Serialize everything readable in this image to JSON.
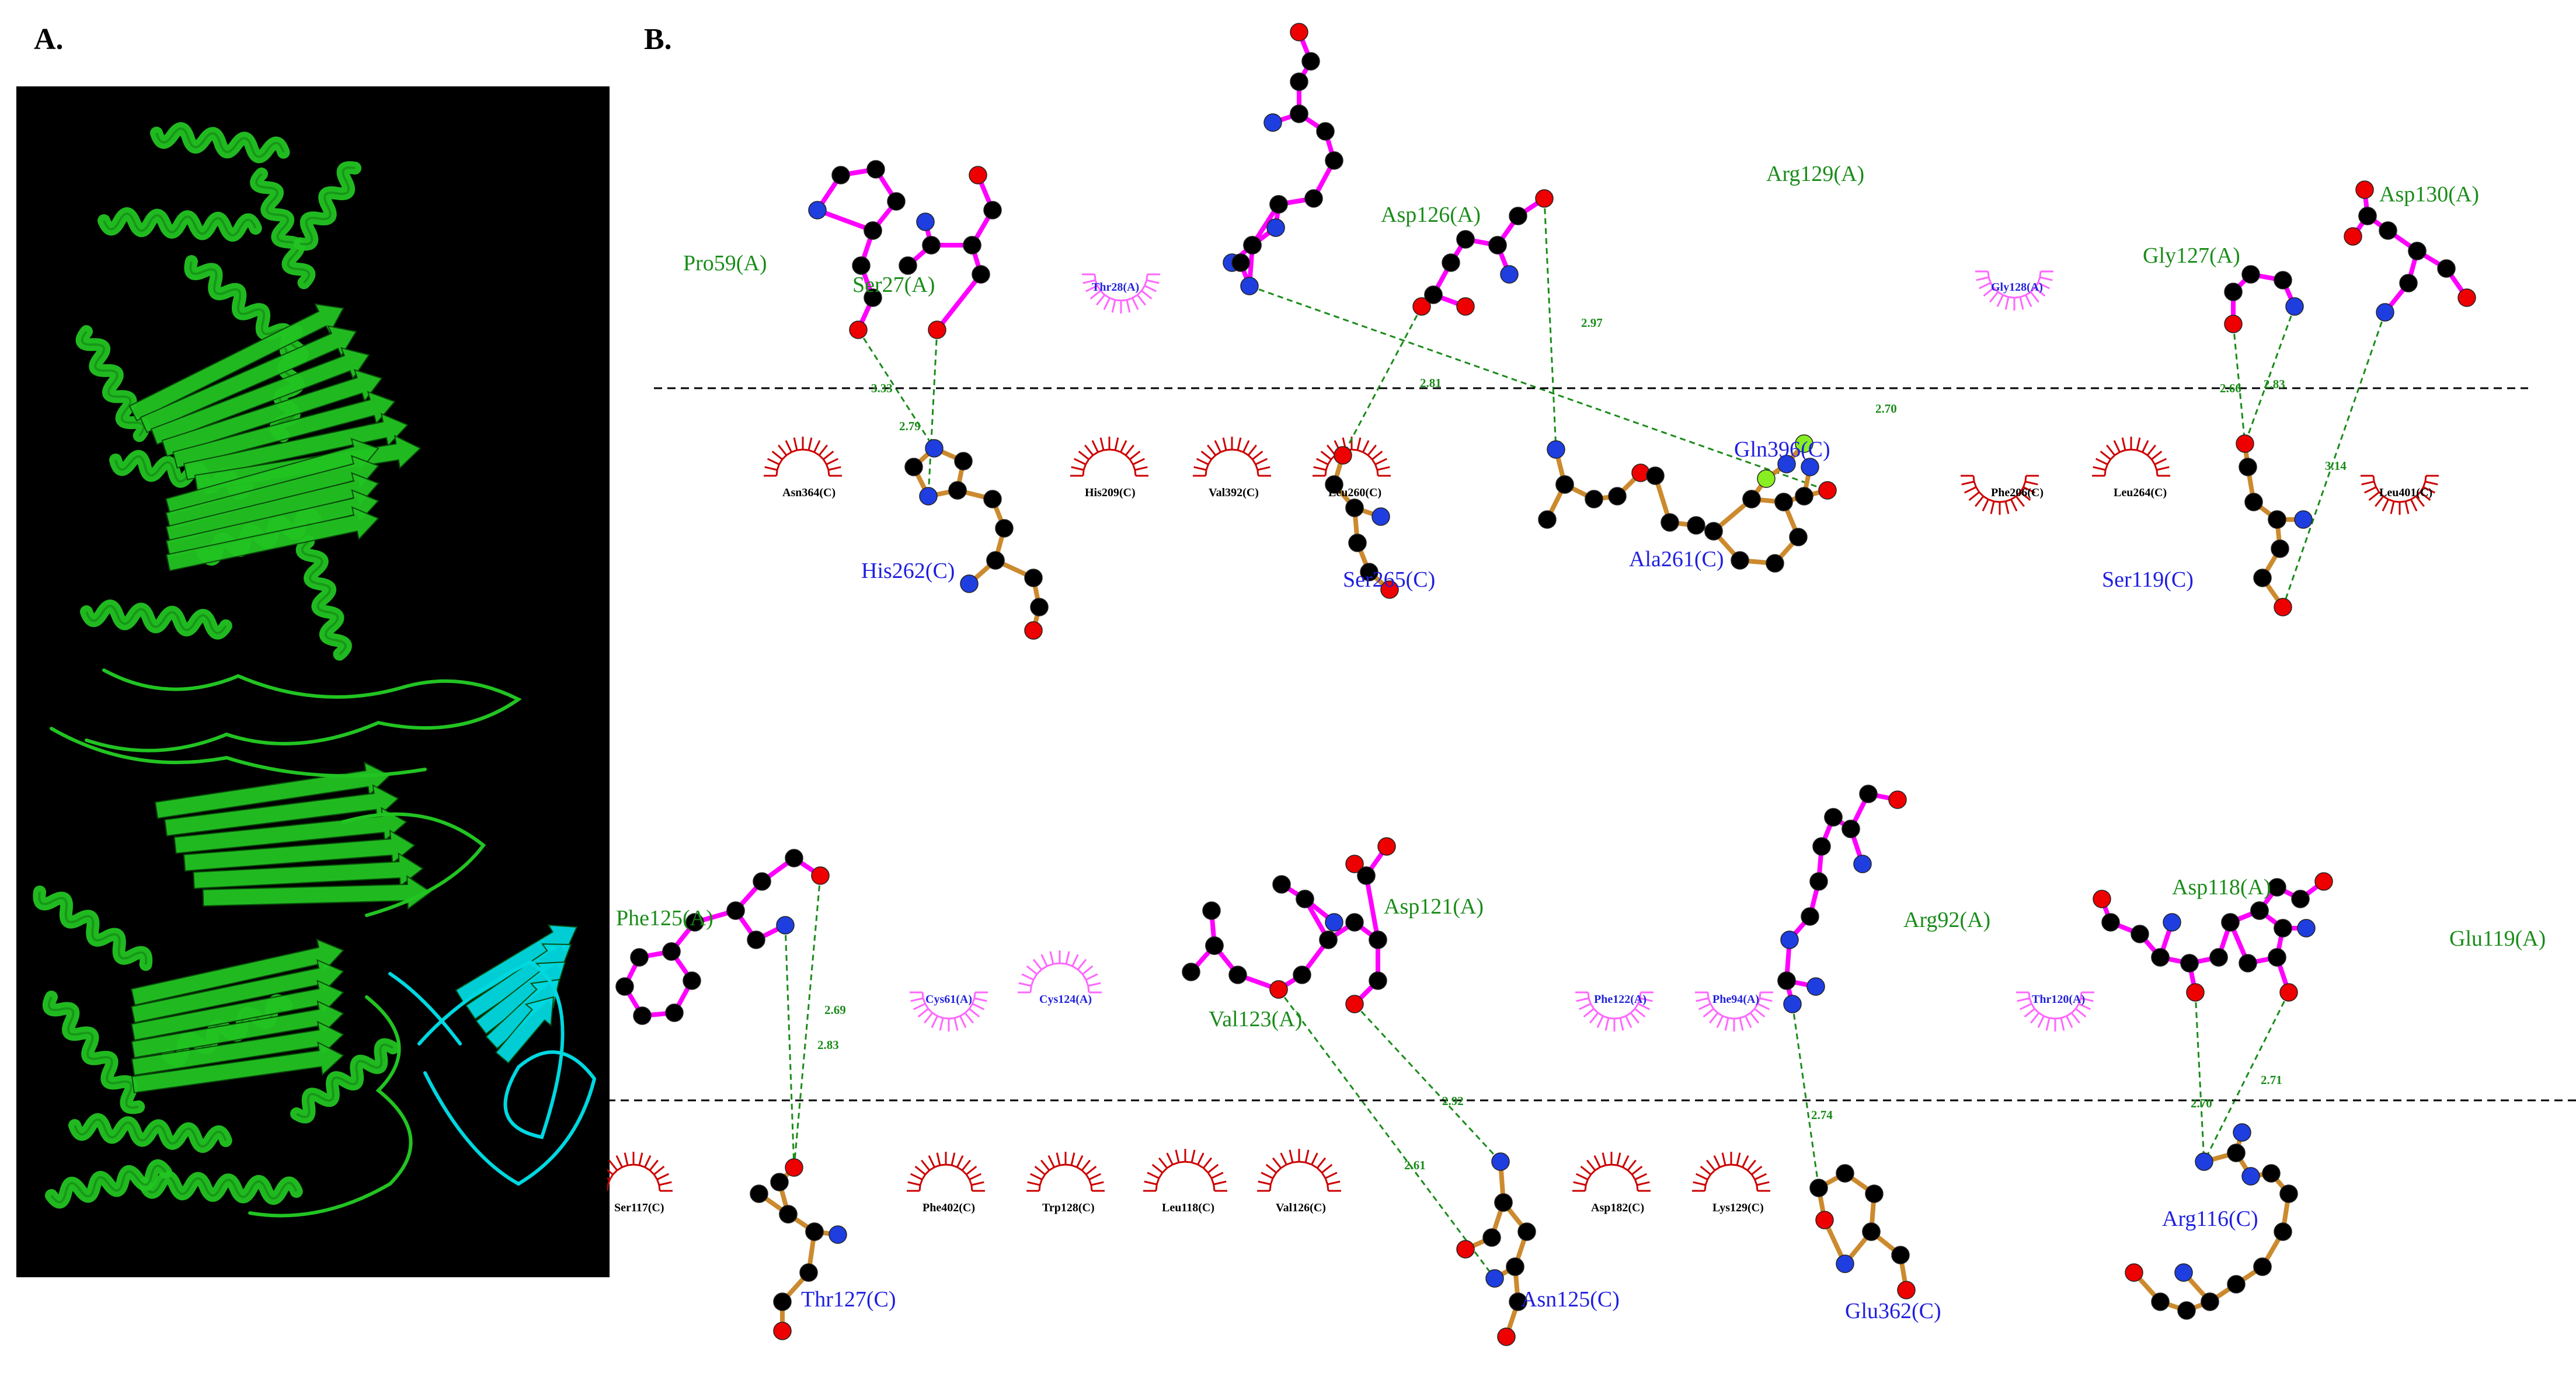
{
  "panels": {
    "a_label": "A.",
    "b_label": "B."
  },
  "colors": {
    "chain_a_bond": "#ff00ff",
    "chain_c_bond": "#cc8a2e",
    "chain_a_label": "#1a8c1a",
    "chain_c_label": "#1f1fe0",
    "hbond": "#1a8c1a",
    "hydrophobic_a": "#ff66ff",
    "hydrophobic_c": "#cc0000",
    "carbon": "#000000",
    "oxygen": "#ee0000",
    "nitrogen": "#1f3ee0",
    "ligand_extra": "#88ee22",
    "protein_green": "#22c422",
    "protein_cyan": "#00d8e0"
  },
  "icons": {
    "protein_structure": "protein-cartoon-icon",
    "arc": "hydrophobic-contact-icon"
  },
  "top": {
    "residues_a": [
      "Pro59(A)",
      "Ser27(A)",
      "Asp126(A)",
      "Arg129(A)",
      "Gly127(A)",
      "Asp130(A)"
    ],
    "residues_c": [
      "His262(C)",
      "Ser265(C)",
      "Ala261(C)",
      "Gln396(C)",
      "Ser119(C)"
    ],
    "contacts_a": [
      "Thr28(A)",
      "Gly128(A)"
    ],
    "contacts_c": [
      "Asn364(C)",
      "His209(C)",
      "Val392(C)",
      "Leu260(C)",
      "Phe206(C)",
      "Leu264(C)",
      "Leu401(C)"
    ],
    "distances": [
      "3.33",
      "2.79",
      "2.81",
      "2.97",
      "2.70",
      "2.66",
      "2.83",
      "3.14"
    ]
  },
  "bottom": {
    "residues_a": [
      "Phe125(A)",
      "Asp121(A)",
      "Val123(A)",
      "Arg92(A)",
      "Asp118(A)",
      "Glu119(A)"
    ],
    "residues_c": [
      "Thr127(C)",
      "Asn125(C)",
      "Glu362(C)",
      "Arg116(C)"
    ],
    "contacts_a": [
      "Cys61(A)",
      "Cys124(A)",
      "Phe122(A)",
      "Phe94(A)",
      "Thr120(A)"
    ],
    "contacts_c": [
      "Ser117(C)",
      "Phe402(C)",
      "Trp128(C)",
      "Leu118(C)",
      "Val126(C)",
      "Asp182(C)",
      "Lys129(C)"
    ],
    "distances": [
      "2.69",
      "2.83",
      "2.61",
      "2.92",
      "2.74",
      "2.70",
      "2.71"
    ]
  }
}
